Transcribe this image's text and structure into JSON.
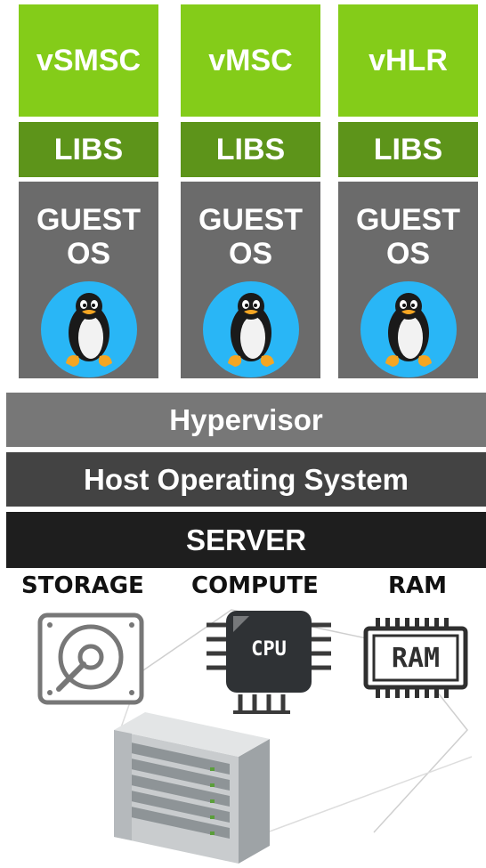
{
  "vms": [
    {
      "app": "vSMSC",
      "libs": "LIBS",
      "os": "GUEST OS"
    },
    {
      "app": "vMSC",
      "libs": "LIBS",
      "os": "GUEST OS"
    },
    {
      "app": "vHLR",
      "libs": "LIBS",
      "os": "GUEST OS"
    }
  ],
  "layers": {
    "hypervisor": "Hypervisor",
    "host_os": "Host Operating System",
    "server": "SERVER"
  },
  "hardware": {
    "storage": "STORAGE",
    "compute": "COMPUTE",
    "ram": "RAM",
    "cpu_chip_label": "CPU",
    "ram_chip_label": "RAM"
  },
  "colors": {
    "app": "#84cc19",
    "libs": "#5d941a",
    "guest_os": "#6b6b6b",
    "hypervisor": "#777777",
    "host_os": "#434343",
    "server": "#1e1e1e",
    "tux_circle": "#29b6f6"
  },
  "icons": [
    "linux-penguin-icon",
    "hard-drive-icon",
    "cpu-icon",
    "ram-icon",
    "server-rack-icon"
  ]
}
